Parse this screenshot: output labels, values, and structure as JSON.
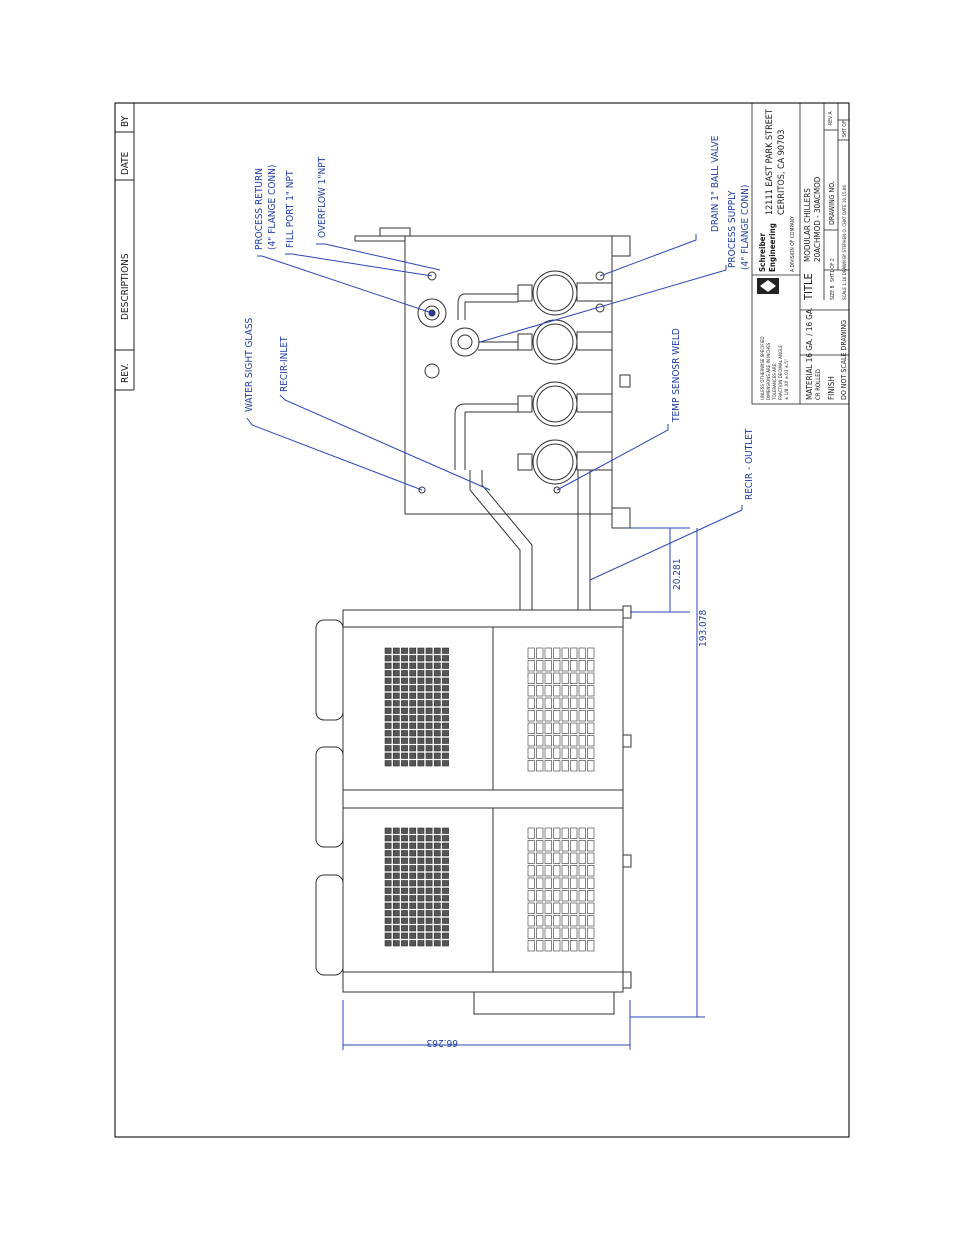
{
  "revision_block": {
    "rev": "REV.",
    "descriptions": "DESCRIPTIONS",
    "date": "DATE",
    "by": "BY"
  },
  "callouts": {
    "process_return_1": "PROCESS RETURN",
    "process_return_2": "(4\" FLANGE CONN)",
    "fill_port": "FILL PORT 1\" NPT",
    "overflow": "OVERFLOW 1\"NPT",
    "drain": "DRAIN 1\" BALL VALVE",
    "process_supply_1": "PROCESS SUPPLY",
    "process_supply_2": "(4\" FLANGE CONN)",
    "water_sight_glass": "WATER SIGHT GLASS",
    "recir_inlet": "RECIR-INLET",
    "temp_sensor": "TEMP SENOSR WELD",
    "recir_outlet": "RECIR - OUTLET"
  },
  "dimensions": {
    "d1": "20.281",
    "d2": "193.078",
    "d3": "66.263"
  },
  "title_block": {
    "company_1": "Schreiber",
    "company_2": "Engineering",
    "company_3": "A DIVISION OF COMPANY",
    "address_1": "12111 EAST PARK STREET",
    "address_2": "CERRITOS, CA 90703",
    "title_label": "TITLE",
    "title_1": "MODULAR CHILLERS",
    "title_2": "20ACHMOD - 30ACMOD",
    "drawing_no": "DRAWING NO.",
    "material": "MATERIAL  16 GA. / 16 GA.",
    "material_2": "CR ROLLED",
    "finish": "FINISH",
    "do_not_scale": "DO NOT SCALE DRAWING",
    "tol_1": "UNLESS OTHERWISE SPECIFIED",
    "tol_2": "DIMENSIONS ARE IN INCHES",
    "tol_3": "TOLERANCES ARE:",
    "tol_4": "FRACTION    DECIMAL   ANGLE",
    "tol_5": "± 1/8    .XX ±.03    ±.5°",
    "size": "SIZE  B",
    "sheet": "SHT1  OF 2",
    "scale": "SCALE  1:16  DRAWN BY STEPHEN Q.  CHKT  DATE  10.15.06",
    "rev": "REV  A",
    "sht": "SHT  OF"
  }
}
